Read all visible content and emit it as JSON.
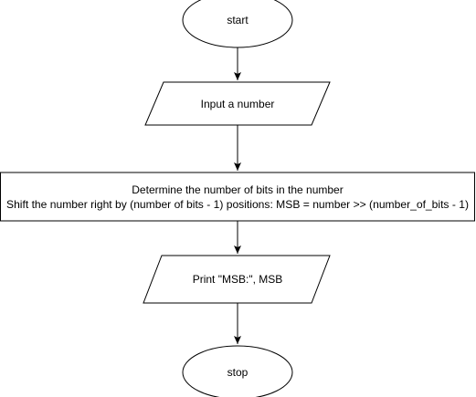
{
  "flowchart": {
    "nodes": {
      "start": {
        "shape": "ellipse",
        "text": "start"
      },
      "input": {
        "shape": "parallelogram",
        "text": "Input a number"
      },
      "process": {
        "shape": "rectangle",
        "line1": "Determine the number of bits in the number",
        "line2": "Shift the number right by (number of bits - 1) positions: MSB = number >> (number_of_bits - 1)"
      },
      "print": {
        "shape": "parallelogram",
        "text": "Print \"MSB:\", MSB"
      },
      "stop": {
        "shape": "ellipse",
        "text": "stop"
      }
    },
    "edges": [
      {
        "from": "start",
        "to": "input"
      },
      {
        "from": "input",
        "to": "process"
      },
      {
        "from": "process",
        "to": "print"
      },
      {
        "from": "print",
        "to": "stop"
      }
    ],
    "colors": {
      "stroke": "#000000",
      "fill": "#ffffff",
      "text": "#000000"
    }
  }
}
